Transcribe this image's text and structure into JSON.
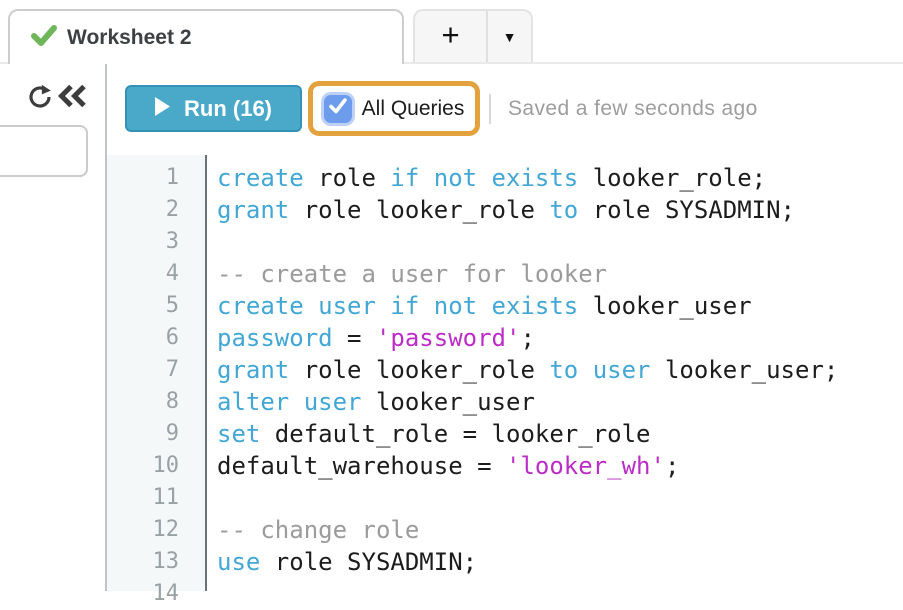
{
  "tab_bar": {
    "active_tab": {
      "label": "Worksheet 2",
      "status_icon": "check-icon"
    },
    "new_tab_button_glyph": "+",
    "tab_list_button_glyph": "▼"
  },
  "toolbar": {
    "run_button": {
      "label": "Run (16)",
      "icon": "play-icon"
    },
    "all_queries": {
      "label": "All Queries",
      "checked": true
    },
    "saved_status": "Saved a few seconds ago"
  },
  "editor": {
    "lines": [
      {
        "n": 1,
        "tokens": [
          {
            "c": "kw",
            "t": "create"
          },
          {
            "c": "pl",
            "t": " role "
          },
          {
            "c": "kw",
            "t": "if not exists"
          },
          {
            "c": "pl",
            "t": " looker_role;"
          }
        ]
      },
      {
        "n": 2,
        "tokens": [
          {
            "c": "kw",
            "t": "grant"
          },
          {
            "c": "pl",
            "t": " role looker_role "
          },
          {
            "c": "kw",
            "t": "to"
          },
          {
            "c": "pl",
            "t": " role SYSADMIN;"
          }
        ]
      },
      {
        "n": 3,
        "tokens": []
      },
      {
        "n": 4,
        "tokens": [
          {
            "c": "com",
            "t": "-- create a user for looker"
          }
        ]
      },
      {
        "n": 5,
        "tokens": [
          {
            "c": "kw",
            "t": "create user if not exists"
          },
          {
            "c": "pl",
            "t": " looker_user"
          }
        ]
      },
      {
        "n": 6,
        "tokens": [
          {
            "c": "kw",
            "t": "password"
          },
          {
            "c": "pl",
            "t": " = "
          },
          {
            "c": "str",
            "t": "'password'"
          },
          {
            "c": "pl",
            "t": ";"
          }
        ]
      },
      {
        "n": 7,
        "tokens": [
          {
            "c": "kw",
            "t": "grant"
          },
          {
            "c": "pl",
            "t": " role looker_role "
          },
          {
            "c": "kw",
            "t": "to user"
          },
          {
            "c": "pl",
            "t": " looker_user;"
          }
        ]
      },
      {
        "n": 8,
        "tokens": [
          {
            "c": "kw",
            "t": "alter user"
          },
          {
            "c": "pl",
            "t": " looker_user"
          }
        ]
      },
      {
        "n": 9,
        "tokens": [
          {
            "c": "kw",
            "t": "set"
          },
          {
            "c": "pl",
            "t": " default_role = looker_role"
          }
        ]
      },
      {
        "n": 10,
        "tokens": [
          {
            "c": "pl",
            "t": "default_warehouse = "
          },
          {
            "c": "str",
            "t": "'looker_wh'"
          },
          {
            "c": "pl",
            "t": ";"
          }
        ]
      },
      {
        "n": 11,
        "tokens": []
      },
      {
        "n": 12,
        "tokens": [
          {
            "c": "com",
            "t": "-- change role"
          }
        ]
      },
      {
        "n": 13,
        "tokens": [
          {
            "c": "kw",
            "t": "use"
          },
          {
            "c": "pl",
            "t": " role SYSADMIN;"
          }
        ]
      },
      {
        "n": 14,
        "tokens": []
      }
    ]
  },
  "colors": {
    "accent_teal": "#4aa8c9",
    "accent_teal_border": "#3392b5",
    "annotation_orange": "#e2a23d",
    "checkbox_blue": "#6d9cec",
    "checkbox_halo": "#bcd0f8",
    "check_green": "#6fb65a",
    "keyword": "#42a7d4",
    "string": "#bb2dc6",
    "comment": "#9b9b9b",
    "code_text": "#1c1c1c",
    "line_number": "#9aa1a5",
    "status_text": "#9d9d9d"
  }
}
